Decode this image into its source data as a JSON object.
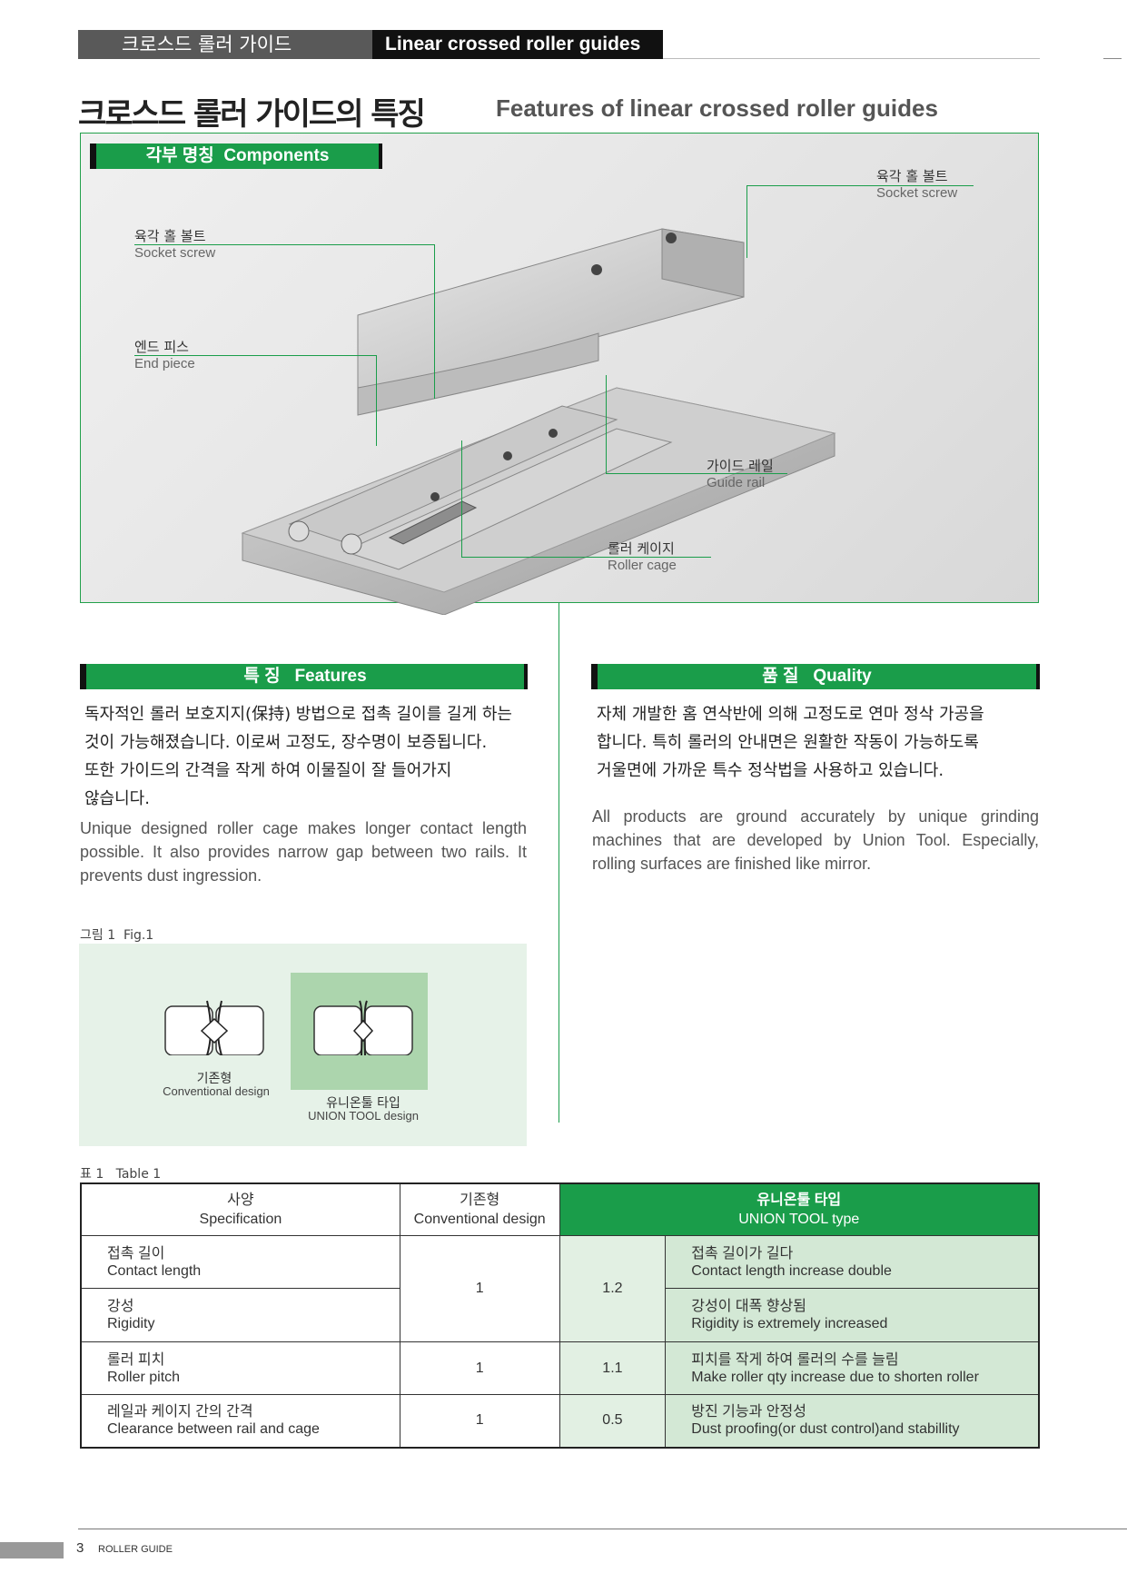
{
  "header": {
    "section_ko": "크로스드 롤러 가이드",
    "section_en": "Linear crossed roller guides"
  },
  "title": {
    "ko": "크로스드 롤러 가이드의 특징",
    "en": "Features of linear crossed roller guides"
  },
  "components": {
    "tab_ko": "각부 명칭",
    "tab_en": "Components",
    "labels": {
      "socket_screw_top": {
        "ko": "육각 홀 볼트",
        "en": "Socket screw"
      },
      "socket_screw_left": {
        "ko": "육각 홀 볼트",
        "en": "Socket screw"
      },
      "end_piece": {
        "ko": "엔드 피스",
        "en": "End piece"
      },
      "guide_rail": {
        "ko": "가이드 레일",
        "en": "Guide rail"
      },
      "roller_cage": {
        "ko": "롤러 케이지",
        "en": "Roller cage"
      }
    }
  },
  "features": {
    "tab_ko": "특 징",
    "tab_en": "Features",
    "ko_lines": [
      "독자적인 롤러 보호지지(保持) 방법으로 접촉 길이를 길게 하는",
      "것이 가능해졌습니다. 이로써 고정도, 장수명이 보증됩니다.",
      "또한 가이드의 간격을 작게 하여 이물질이 잘 들어가지",
      "않습니다."
    ],
    "en": "Unique designed roller cage makes longer contact length possible. It also provides narrow gap between two rails. It prevents dust ingression."
  },
  "quality": {
    "tab_ko": "품 질",
    "tab_en": "Quality",
    "ko_lines": [
      "자체 개발한 홈 연삭반에 의해 고정도로 연마 정삭 가공을",
      "합니다. 특히 롤러의 안내면은 원활한 작동이 가능하도록",
      "거울면에 가까운 특수 정삭법을 사용하고 있습니다."
    ],
    "en": "All products are ground accurately by unique grinding machines that are developed by Union Tool. Especially, rolling surfaces are finished like mirror."
  },
  "figure": {
    "caption_ko": "그림 1",
    "caption_en": "Fig.1",
    "conventional_ko": "기존형",
    "conventional_en": "Conventional design",
    "union_ko": "유니온툴 타입",
    "union_en": "UNION TOOL design"
  },
  "table": {
    "caption_ko": "표 1",
    "caption_en": "Table 1",
    "headers": {
      "spec_ko": "사양",
      "spec_en": "Specification",
      "conv_ko": "기존형",
      "conv_en": "Conventional design",
      "union_ko": "유니온툴 타입",
      "union_en": "UNION TOOL type"
    },
    "rows": [
      {
        "spec_ko": "접촉 길이",
        "spec_en": "Contact length",
        "note_ko": "접촉 길이가 길다",
        "note_en": "Contact length increase double"
      },
      {
        "spec_ko": "강성",
        "spec_en": "Rigidity",
        "note_ko": "강성이 대폭 향상됨",
        "note_en": "Rigidity is extremely increased"
      },
      {
        "spec_ko": "롤러 피치",
        "spec_en": "Roller pitch",
        "conv": "1",
        "union": "1.1",
        "note_ko": "피치를 작게 하여 롤러의 수를 늘림",
        "note_en": "Make roller qty increase due to shorten roller"
      },
      {
        "spec_ko": "레일과 케이지 간의 간격",
        "spec_en": "Clearance between rail and cage",
        "conv": "1",
        "union": "0.5",
        "note_ko": "방진 기능과 안정성",
        "note_en": "Dust proofing(or dust control)and stabillity"
      }
    ],
    "merged_conv": "1",
    "merged_union": "1.2"
  },
  "footer": {
    "page": "3",
    "label": "ROLLER GUIDE"
  }
}
